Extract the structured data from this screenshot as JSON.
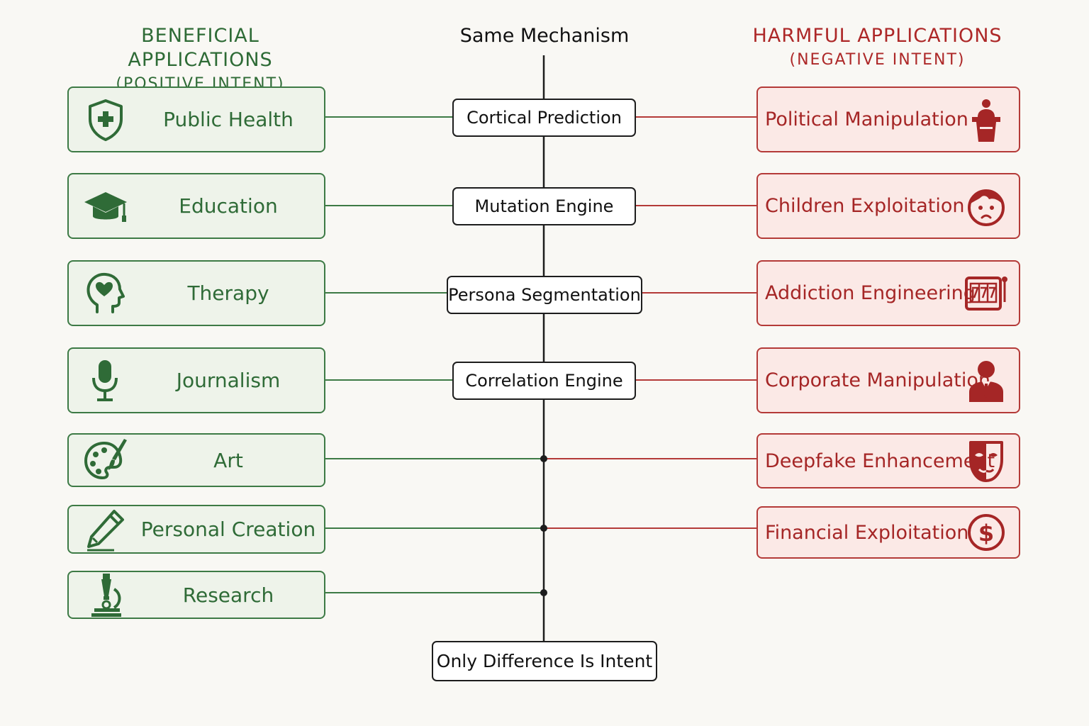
{
  "headers": {
    "beneficial_title": "BENEFICIAL APPLICATIONS",
    "beneficial_subtitle": "(POSITIVE INTENT)",
    "center_title": "Same Mechanism",
    "harmful_title": "HARMFUL APPLICATIONS",
    "harmful_subtitle": "(NEGATIVE INTENT)"
  },
  "beneficial": [
    {
      "label": "Public Health",
      "icon": "shield-plus-icon"
    },
    {
      "label": "Education",
      "icon": "graduation-cap-icon"
    },
    {
      "label": "Therapy",
      "icon": "head-heart-icon"
    },
    {
      "label": "Journalism",
      "icon": "microphone-icon"
    },
    {
      "label": "Art",
      "icon": "palette-brush-icon"
    },
    {
      "label": "Personal Creation",
      "icon": "pencil-icon"
    },
    {
      "label": "Research",
      "icon": "microscope-icon"
    }
  ],
  "mechanisms": [
    {
      "label": "Cortical Prediction"
    },
    {
      "label": "Mutation Engine"
    },
    {
      "label": "Persona Segmentation"
    },
    {
      "label": "Correlation Engine"
    }
  ],
  "harmful": [
    {
      "label": "Political Manipulation",
      "icon": "podium-speaker-icon"
    },
    {
      "label": "Children Exploitation",
      "icon": "child-face-icon"
    },
    {
      "label": "Addiction Engineering",
      "icon": "slot-machine-icon"
    },
    {
      "label": "Corporate Manipulation",
      "icon": "businessman-icon"
    },
    {
      "label": "Deepfake Enhancement",
      "icon": "mask-icon"
    },
    {
      "label": "Financial Exploitation",
      "icon": "dollar-coin-icon"
    }
  ],
  "conclusion": "Only Difference Is Intent",
  "colors": {
    "beneficial": "#3d7a45",
    "harmful": "#b43a38",
    "spine": "#1d1d1d"
  }
}
